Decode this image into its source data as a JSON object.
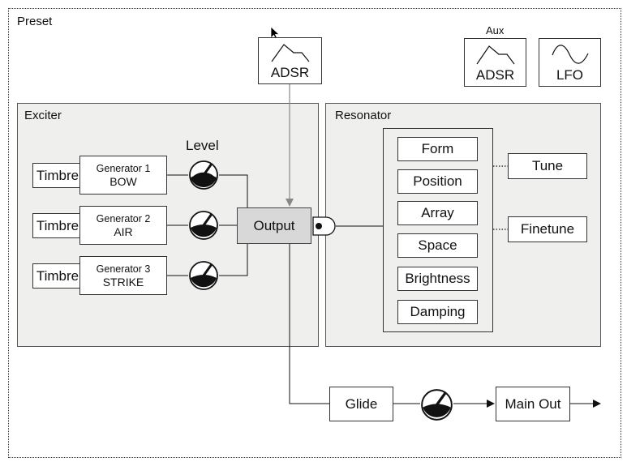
{
  "preset": {
    "title": "Preset"
  },
  "aux": {
    "label": "Aux",
    "adsr": "ADSR",
    "lfo": "LFO"
  },
  "mod_adsr": {
    "label": "ADSR"
  },
  "exciter": {
    "title": "Exciter",
    "level_label": "Level",
    "timbre_label": "Timbre",
    "generators": [
      {
        "name": "Generator 1",
        "type": "BOW"
      },
      {
        "name": "Generator 2",
        "type": "AIR"
      },
      {
        "name": "Generator 3",
        "type": "STRIKE"
      }
    ],
    "output_label": "Output"
  },
  "resonator": {
    "title": "Resonator",
    "params": [
      "Form",
      "Position",
      "Array",
      "Space",
      "Brightness",
      "Damping"
    ],
    "tune": "Tune",
    "finetune": "Finetune"
  },
  "output_chain": {
    "glide": "Glide",
    "main_out": "Main Out"
  },
  "icons": [
    "adsr-envelope-icon",
    "lfo-sine-icon",
    "level-knob-icon",
    "mouse-cursor-icon",
    "output-connector-icon"
  ]
}
